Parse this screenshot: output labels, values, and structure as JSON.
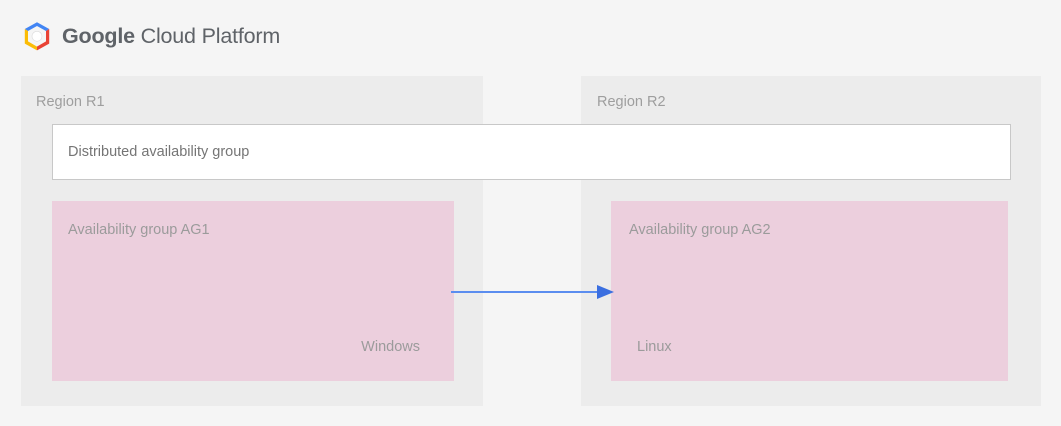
{
  "header": {
    "logo_icon": "google-cloud-platform-hexagon-logo",
    "brand_word_1": "Google",
    "brand_word_2": "Cloud",
    "brand_word_3": "Platform",
    "logo_colors": {
      "blue": "#4285f4",
      "red": "#e94335",
      "yellow": "#fbbc05",
      "center": "#ffffff"
    }
  },
  "diagram": {
    "distributed_availability_group": {
      "label": "Distributed availability group",
      "background": "#ffffff",
      "border_color": "#c8c8c8"
    },
    "regions": [
      {
        "id": "r1",
        "label": "Region R1",
        "background": "#ececec",
        "availability_group": {
          "title": "Availability group AG1",
          "os_label": "Windows",
          "background": "#eccfdd"
        }
      },
      {
        "id": "r2",
        "label": "Region R2",
        "background": "#ececec",
        "availability_group": {
          "title": "Availability group AG2",
          "os_label": "Linux",
          "background": "#eccfdd"
        }
      }
    ],
    "arrow": {
      "icon": "right-arrow-icon",
      "direction": "left-to-right",
      "color": "#5b8def"
    }
  },
  "colors": {
    "page_background": "#f5f5f5",
    "region_background": "#ececec",
    "availability_group_pink": "#eccfdd",
    "accent_blue": "#5b8def",
    "muted_text": "#9b9b9b",
    "body_text": "#757575"
  }
}
